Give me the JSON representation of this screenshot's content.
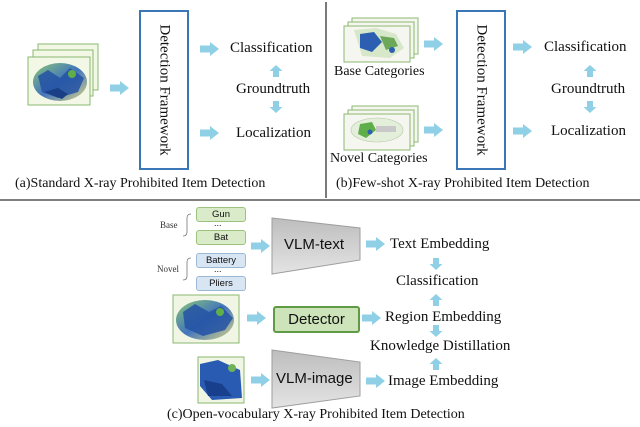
{
  "panel_a": {
    "framework": "Detection Framework",
    "classification": "Classification",
    "groundtruth": "Groundtruth",
    "localization": "Localization",
    "caption": "(a)Standard X-ray Prohibited Item Detection"
  },
  "panel_b": {
    "base_categories": "Base Categories",
    "novel_categories": "Novel Categories",
    "framework": "Detection Framework",
    "classification": "Classification",
    "groundtruth": "Groundtruth",
    "localization": "Localization",
    "caption": "(b)Few-shot X-ray Prohibited Item Detection"
  },
  "panel_c": {
    "base_label": "Base",
    "novel_label": "Novel",
    "base_items": [
      "Gun",
      "...",
      "Bat"
    ],
    "novel_items": [
      "Battery",
      "...",
      "Pliers"
    ],
    "vlm_text": "VLM-text",
    "detector": "Detector",
    "vlm_image": "VLM-image",
    "text_embedding": "Text Embedding",
    "classification": "Classification",
    "region_embedding": "Region Embedding",
    "knowledge_distillation": "Knowledge Distillation",
    "image_embedding": "Image Embedding",
    "caption": "(c)Open-vocabulary X-ray Prohibited Item Detection"
  },
  "colors": {
    "arrow": "#8fd0e6",
    "framework_border": "#3b76b6",
    "detector_fill": "#cde3b9",
    "vlm_fill": "#d4d4d4"
  }
}
